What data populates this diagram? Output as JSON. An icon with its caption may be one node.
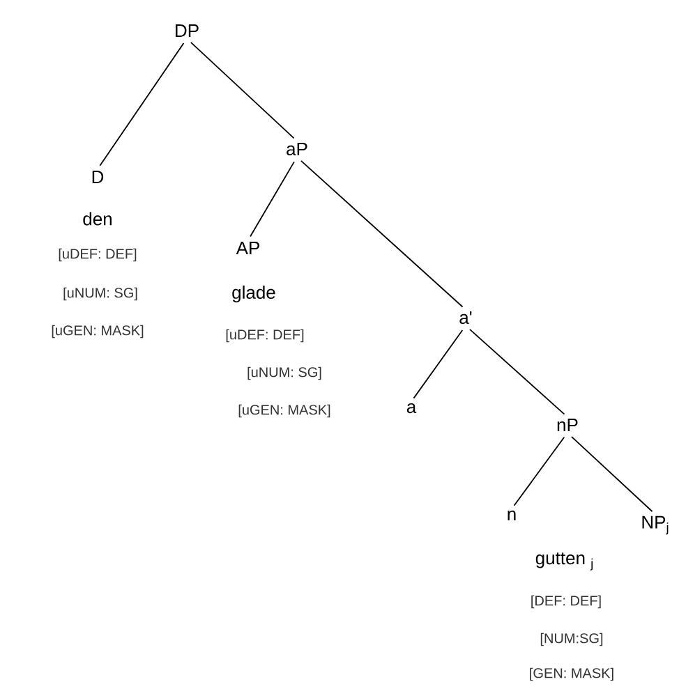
{
  "diagram": {
    "nodes": [
      {
        "text": [
          "DP"
        ]
      },
      {
        "text": [
          "D",
          "den",
          "[uDEF: DEF]",
          "[uNUM: SG]",
          "[uGEN: MASK]"
        ]
      },
      {
        "text": [
          "aP"
        ]
      },
      {
        "text": [
          "AP",
          "glade",
          "[uDEF: DEF]",
          "[uNUM: SG]",
          "[uGEN: MASK]"
        ]
      },
      {
        "text": [
          "a'"
        ]
      },
      {
        "text": [
          "a"
        ]
      },
      {
        "text": [
          "nP"
        ]
      },
      {
        "text": [
          "n",
          "gutten $_{j}$",
          "[DEF: DEF]",
          "[NUM:SG]",
          "[GEN: MASK]"
        ]
      },
      {
        "text": [
          "NP$_{j}$"
        ]
      }
    ],
    "edges": [
      {
        "from": 0,
        "to": 1,
        "arrow": "none"
      },
      {
        "from": 0,
        "to": 2,
        "arrow": "none"
      },
      {
        "from": 2,
        "to": 3,
        "arrow": "none"
      },
      {
        "from": 2,
        "to": 4,
        "arrow": "none"
      },
      {
        "from": 4,
        "to": 5,
        "arrow": "none"
      },
      {
        "from": 4,
        "to": 6,
        "arrow": "none"
      },
      {
        "from": 6,
        "to": 7,
        "arrow": "none"
      },
      {
        "from": 6,
        "to": 8,
        "arrow": "none"
      }
    ]
  }
}
